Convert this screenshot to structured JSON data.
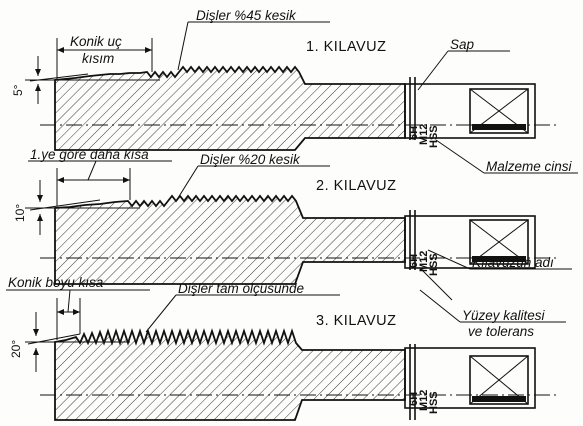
{
  "taps": [
    {
      "title": "1. KILAVUZ",
      "angle_label": "5°",
      "dim_label_top": "Konik uç",
      "dim_label_bottom": "kısım",
      "teeth_label": "Dişler %45 kesik",
      "stamp": [
        "HSS",
        "M12",
        "6H"
      ],
      "callout": "Sap",
      "callout2": "Malzeme cinsi"
    },
    {
      "title": "2. KILAVUZ",
      "angle_label": "10°",
      "dim_label": "1.ye göre daha kısa",
      "teeth_label": "Dişler %20 kesik",
      "stamp": [
        "HSS",
        "M12",
        "6H"
      ],
      "callout": "Kılavuzun adı"
    },
    {
      "title": "3. KILAVUZ",
      "angle_label": "20°",
      "dim_label": "Konik boyu kısa",
      "teeth_label": "Dişler tam ölçüsünde",
      "stamp": [
        "HSS",
        "M12",
        "6H"
      ],
      "callout_top": "Yüzey kalitesi",
      "callout_bottom": "ve tolerans"
    }
  ]
}
